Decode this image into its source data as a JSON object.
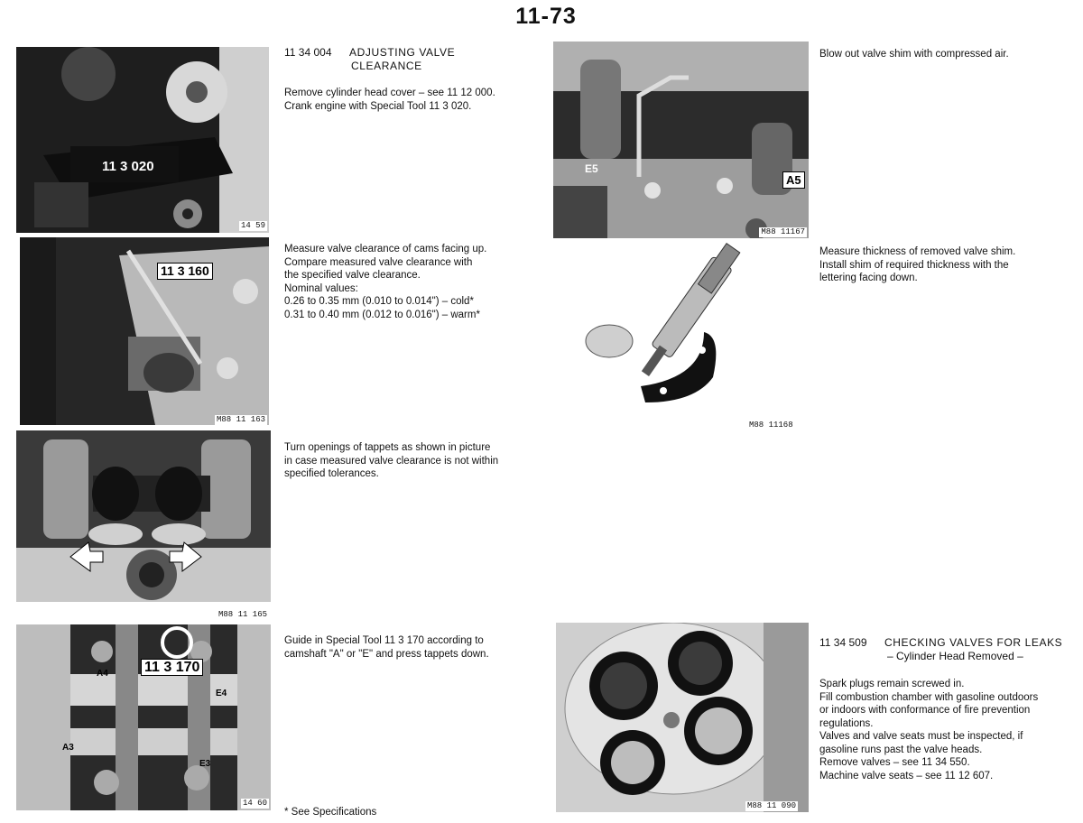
{
  "page": {
    "number": "11-73"
  },
  "left_column": [
    {
      "fig": "14 59",
      "tool": "11 3 020",
      "heading": {
        "code": "11 34 004",
        "title": "ADJUSTING VALVE",
        "title2": "CLEARANCE"
      },
      "text": "Remove cylinder head cover – see 11 12 000.\nCrank engine with Special Tool 11 3 020."
    },
    {
      "fig": "M88 11 163",
      "tool": "11 3 160",
      "text": "Measure valve clearance of cams facing up.\nCompare measured valve clearance with\nthe specified valve clearance.\nNominal values:\n0.26 to 0.35 mm (0.010 to 0.014\") – cold*\n0.31 to 0.40 mm (0.012 to 0.016\") – warm*"
    },
    {
      "fig": "M88 11 165",
      "text": "Turn openings of tappets as shown in picture\nin case measured valve clearance is not within\nspecified tolerances."
    },
    {
      "fig": "14 60",
      "tool": "11 3 170",
      "marks": [
        "A4",
        "E4",
        "A3",
        "E3"
      ],
      "text": "Guide in Special Tool 11 3 170 according to\ncamshaft \"A\" or \"E\" and press tappets down."
    }
  ],
  "right_column": [
    {
      "fig": "M88 11167",
      "marks": [
        "E5",
        "A5"
      ],
      "text": "Blow out valve shim with compressed air."
    },
    {
      "fig": "M88 11168",
      "text": "Measure thickness of removed valve shim.\nInstall shim of required thickness with the\nlettering facing down."
    },
    {
      "fig": "M88 11 090",
      "heading": {
        "code": "11 34 509",
        "title": "CHECKING VALVES FOR LEAKS"
      },
      "subheading": "– Cylinder Head Removed –",
      "text": "Spark plugs remain screwed in.\nFill combustion chamber with gasoline outdoors\nor indoors with conformance of fire prevention\nregulations.\nValves and valve seats must be inspected, if\ngasoline runs past the valve heads.\nRemove valves – see 11 34 550.\nMachine valve seats – see 11 12 607."
    }
  ],
  "footnote": "* See Specifications"
}
